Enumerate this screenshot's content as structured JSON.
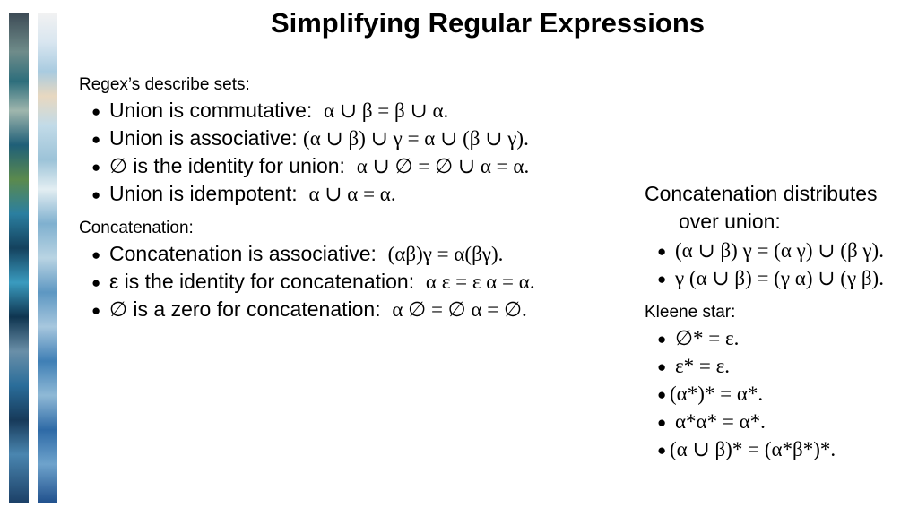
{
  "slide": {
    "title": "Simplifying Regular Expressions",
    "bullet_glyph": "●",
    "left": {
      "sets_heading": "Regex’s describe sets:",
      "sets_items": [
        {
          "text": "Union is commutative:",
          "math": "α ∪ β = β ∪ α."
        },
        {
          "text": "Union is associative:",
          "math": "(α ∪ β) ∪ γ = α ∪ (β ∪ γ)."
        },
        {
          "text": "∅ is the identity for union:",
          "math": "α ∪ ∅ = ∅ ∪ α = α."
        },
        {
          "text": "Union is idempotent:",
          "math": "α ∪ α =  α."
        }
      ],
      "concat_heading": "Concatenation:",
      "concat_items": [
        {
          "text": "Concatenation is associative:",
          "math": "(αβ)γ = α(βγ)."
        },
        {
          "text": "ε is the identity for concatenation:",
          "math": "α ε = ε α = α."
        },
        {
          "text": "∅ is a zero for concatenation:",
          "math": "α ∅ = ∅ α = ∅."
        }
      ]
    },
    "right": {
      "distrib_line1": "Concatenation distributes",
      "distrib_line2": "over union:",
      "distrib_items": [
        "(α ∪ β) γ = (α γ) ∪ (β γ).",
        "γ (α ∪ β) = (γ α) ∪ (γ β)."
      ],
      "kleene_heading": "Kleene star:",
      "kleene_items": [
        "∅* = ε.",
        "ε* = ε.",
        "(α*)* = α*.",
        "α*α* = α*.",
        "(α ∪ β)* = (α*β*)*."
      ]
    }
  }
}
